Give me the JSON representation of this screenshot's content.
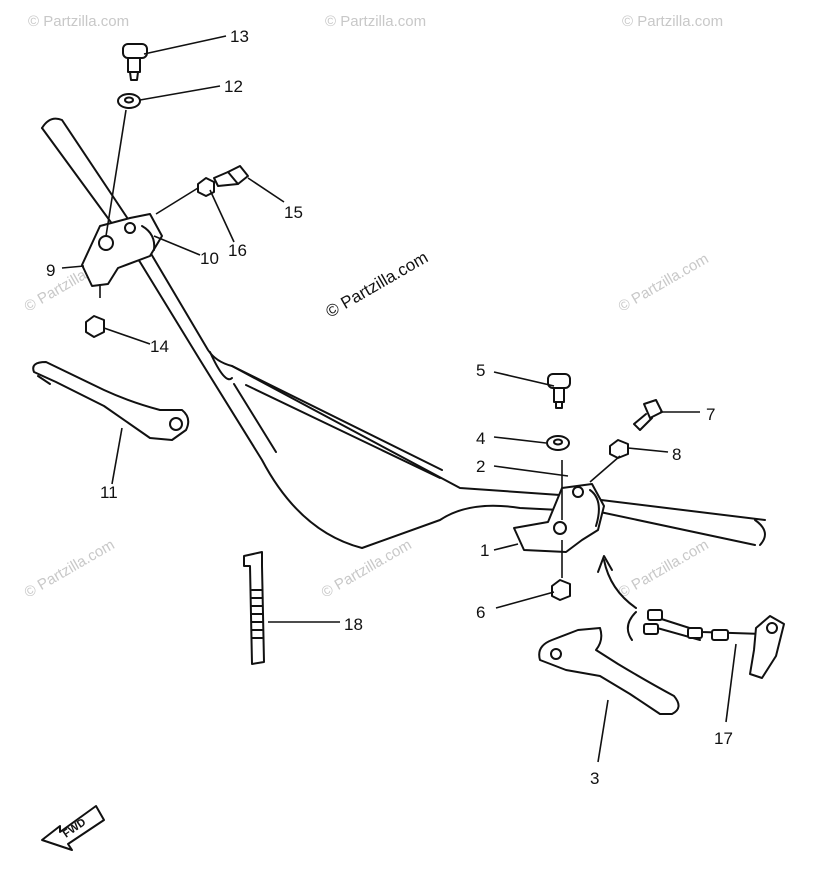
{
  "copyright": "© Partzilla.com",
  "watermark": "© Partzilla.com",
  "fwd_label": "FWD",
  "callouts": [
    "1",
    "2",
    "3",
    "4",
    "5",
    "6",
    "7",
    "8",
    "9",
    "10",
    "11",
    "12",
    "13",
    "14",
    "15",
    "16",
    "17",
    "18"
  ]
}
